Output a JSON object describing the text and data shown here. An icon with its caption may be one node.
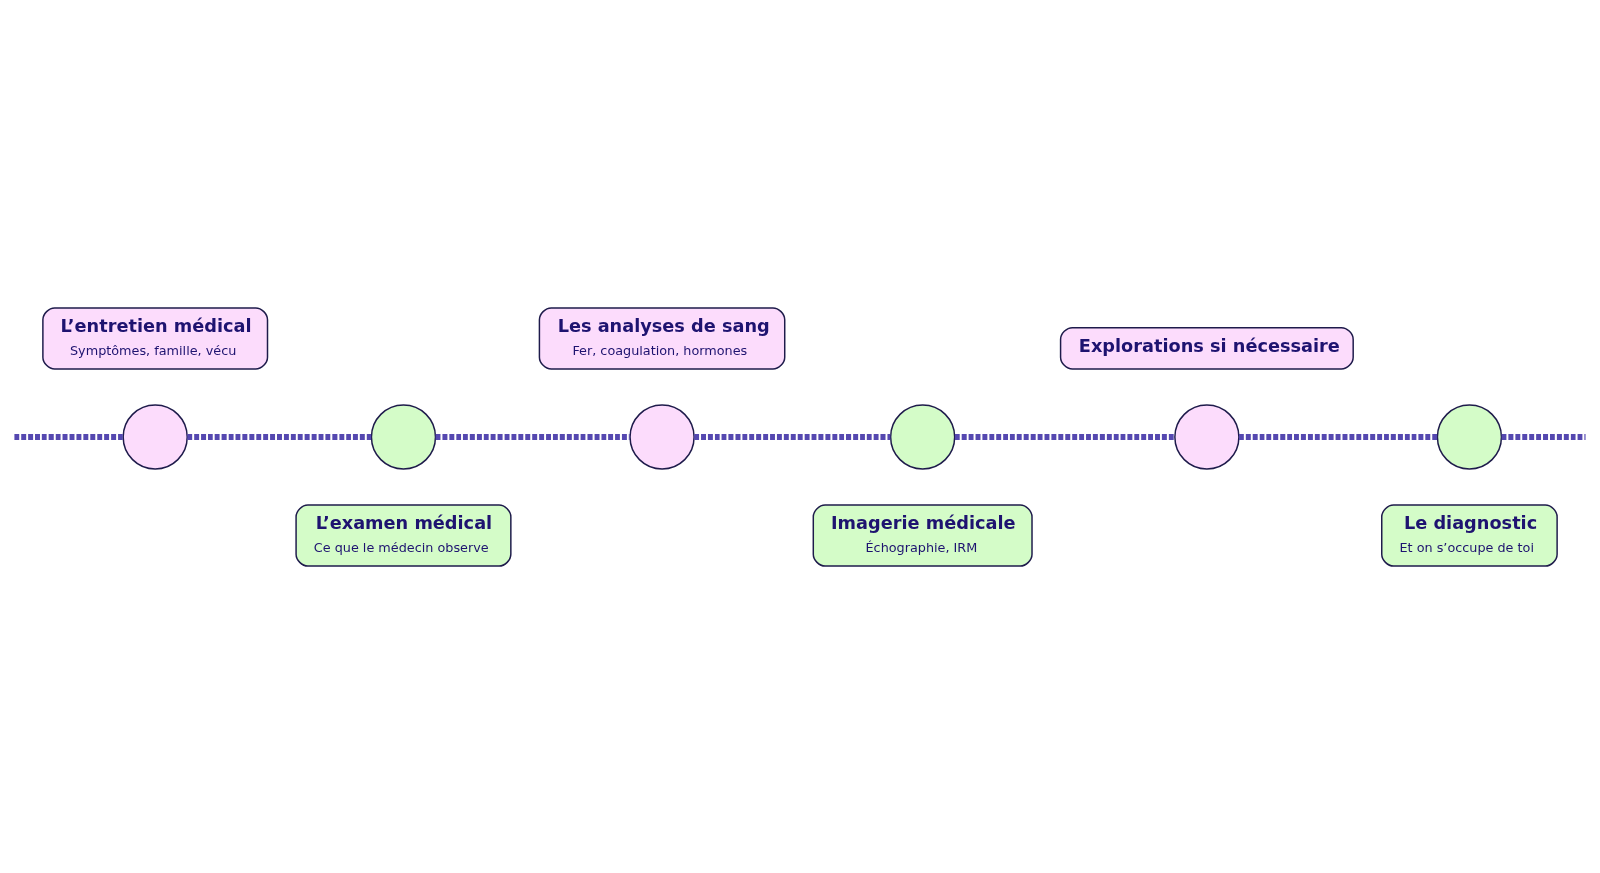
{
  "diagram": {
    "nodes": [
      {
        "text": [
          "L’entretien médical",
          "Symptômes, famille, vécu"
        ]
      },
      {
        "text": [],
        "shape": "circle"
      },
      {
        "text": [],
        "shape": "circle"
      },
      {
        "text": [
          "L’examen médical",
          "Ce que le médecin observe"
        ]
      },
      {
        "text": [
          "Les analyses de sang",
          "Fer, coagulation, hormones"
        ]
      },
      {
        "text": [],
        "shape": "circle"
      },
      {
        "text": [],
        "shape": "circle"
      },
      {
        "text": [
          "Imagerie médicale",
          "Échographie, IRM"
        ]
      },
      {
        "text": [
          "Explorations si nécessaire"
        ]
      },
      {
        "text": [],
        "shape": "circle"
      },
      {
        "text": [],
        "shape": "circle"
      },
      {
        "text": [
          "Le diagnostic",
          "Et on s’occupe de toi"
        ]
      }
    ],
    "edges": [
      {
        "from": null,
        "to": 1,
        "arrow": "none",
        "style": "dashed"
      },
      {
        "from": 1,
        "to": 2,
        "arrow": "none",
        "style": "dashed"
      },
      {
        "from": 2,
        "to": 5,
        "arrow": "none",
        "style": "dashed"
      },
      {
        "from": 5,
        "to": 6,
        "arrow": "none",
        "style": "dashed"
      },
      {
        "from": 6,
        "to": 9,
        "arrow": "none",
        "style": "dashed"
      },
      {
        "from": 9,
        "to": 10,
        "arrow": "none",
        "style": "dashed"
      },
      {
        "from": 10,
        "to": null,
        "arrow": "none",
        "style": "dashed"
      }
    ]
  }
}
